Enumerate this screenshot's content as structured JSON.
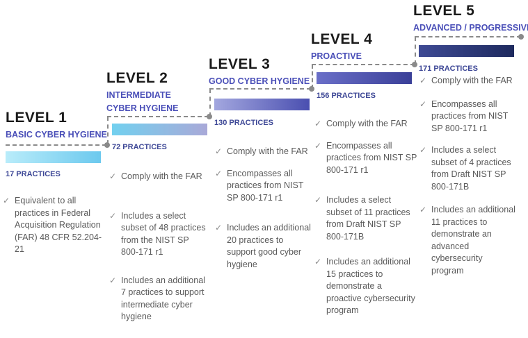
{
  "levels": [
    {
      "title": "LEVEL 1",
      "subtitle": "BASIC CYBER HYGIENE",
      "practices": "17 PRACTICES",
      "items": [
        "Equivalent to all practices in Federal Acquisition Regulation (FAR) 48 CFR 52.204-21"
      ]
    },
    {
      "title": "LEVEL 2",
      "subtitle": "INTERMEDIATE CYBER HYGIENE",
      "practices": "72 PRACTICES",
      "items": [
        "Comply with the FAR",
        "Includes a select subset of 48 practices from the NIST SP 800-171 r1",
        "Includes an additional 7 practices to support intermediate cyber hygiene"
      ]
    },
    {
      "title": "LEVEL 3",
      "subtitle": "GOOD CYBER HYGIENE",
      "practices": "130 PRACTICES",
      "items": [
        "Comply with the FAR",
        "Encompasses all practices from NIST SP 800-171 r1",
        "Includes an additional 20 practices to support good cyber hygiene"
      ]
    },
    {
      "title": "LEVEL 4",
      "subtitle": "PROACTIVE",
      "practices": "156 PRACTICES",
      "items": [
        "Comply with the FAR",
        "Encompasses all practices from NIST SP 800-171 r1",
        "Includes a select subset of 11 practices from Draft NIST SP 800-171B",
        "Includes an additional 15 practices to demonstrate a proactive cybersecurity program"
      ]
    },
    {
      "title": "LEVEL 5",
      "subtitle": "ADVANCED / PROGRESSIVE",
      "practices": "171 PRACTICES",
      "items": [
        "Comply with the FAR",
        "Encompasses all practices from NIST SP 800-171 r1",
        "Includes a select subset of 4 practices from Draft NIST SP 800-171B",
        "Includes an additional 11 practices to demonstrate an advanced cybersecurity program"
      ]
    }
  ],
  "check_icon": "checkmark-icon",
  "colors": {
    "title": "#1a1a1a",
    "subtitle": "#4a4fb8",
    "practices": "#3d4796",
    "body_text": "#5a5a5a",
    "connector": "#8a8a8a",
    "bar_level1": [
      "#8fdcf3",
      "#6cc9ee"
    ],
    "bar_level2": [
      "#72d0ef",
      "#a9a9d8"
    ],
    "bar_level3": [
      "#9a9fdc",
      "#4a4fb0"
    ],
    "bar_level4": [
      "#5a5fbf",
      "#3a3f98"
    ],
    "bar_level5": [
      "#3a4690",
      "#1e2a5e"
    ]
  }
}
